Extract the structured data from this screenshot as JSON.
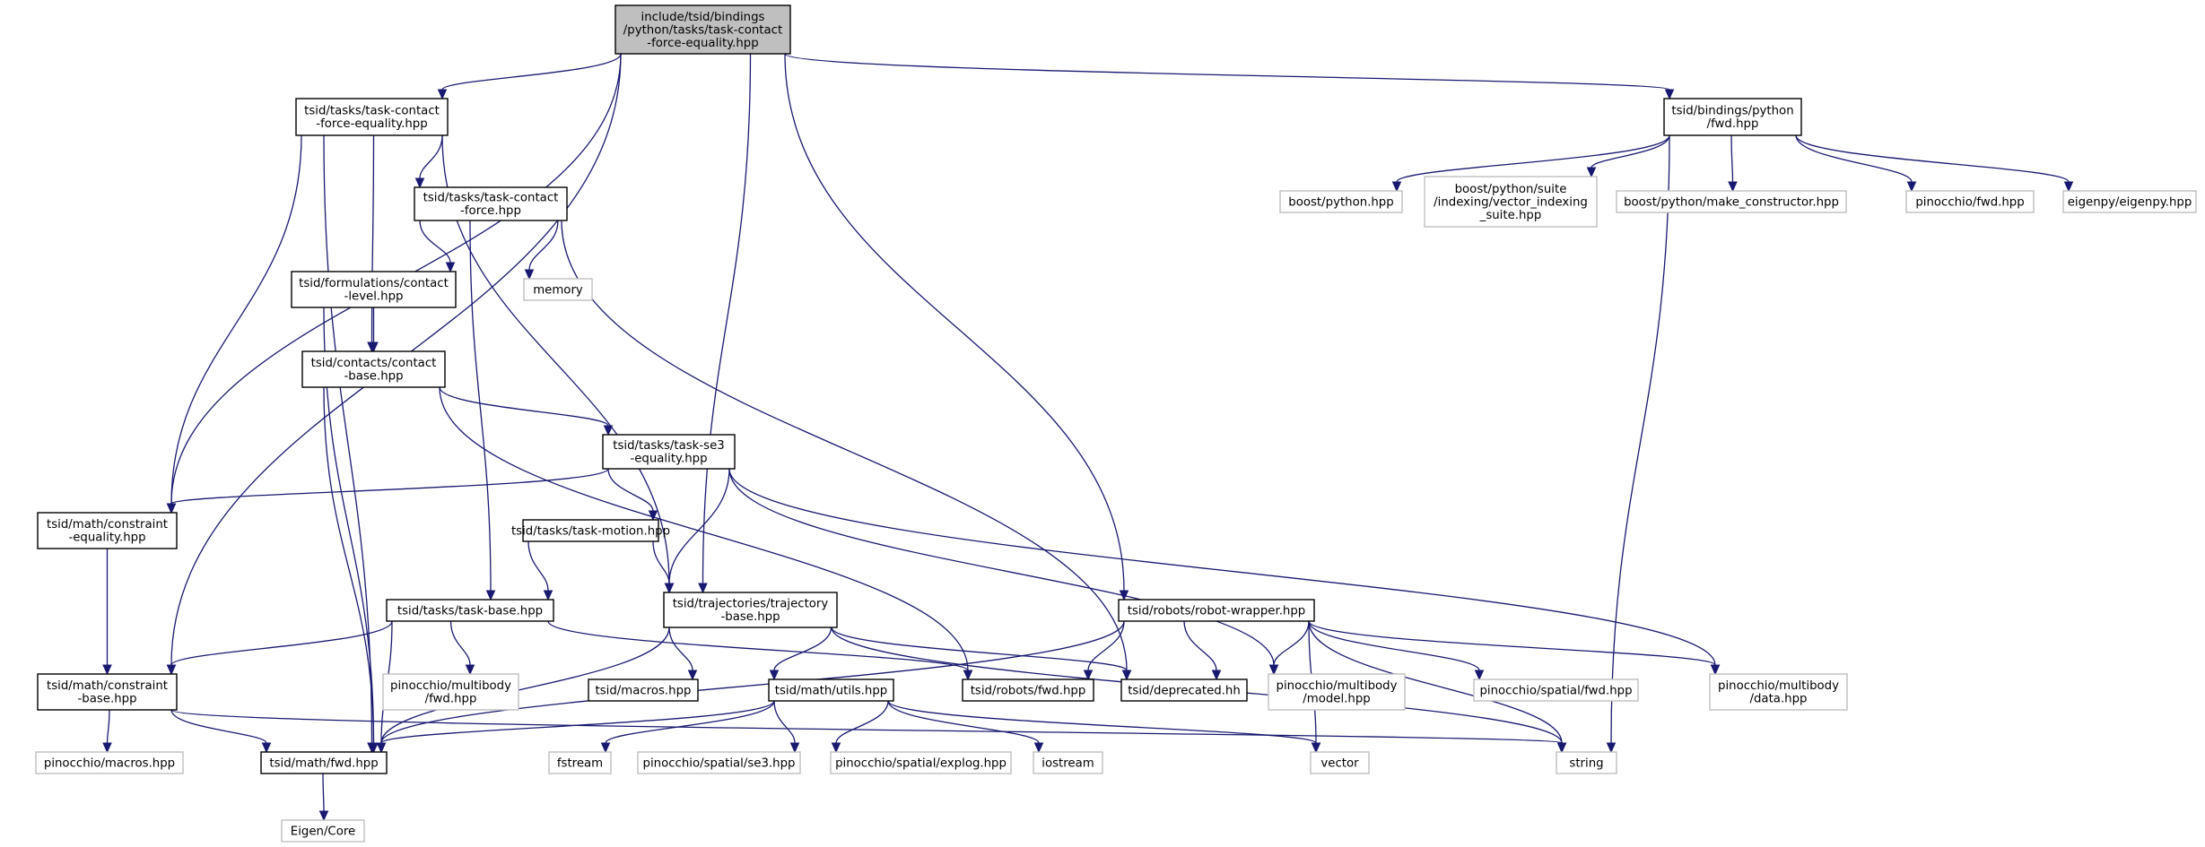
{
  "diagram": {
    "nodes": [
      {
        "id": "root",
        "lines": [
          "include/tsid/bindings",
          "/python/tasks/task-contact",
          "-force-equality.hpp"
        ],
        "kind": "root"
      },
      {
        "id": "tcfe",
        "lines": [
          "tsid/tasks/task-contact",
          "-force-equality.hpp"
        ],
        "kind": "doc"
      },
      {
        "id": "bpfwd",
        "lines": [
          "tsid/bindings/python",
          "/fwd.hpp"
        ],
        "kind": "doc"
      },
      {
        "id": "tcf",
        "lines": [
          "tsid/tasks/task-contact",
          "-force.hpp"
        ],
        "kind": "doc"
      },
      {
        "id": "fcl",
        "lines": [
          "tsid/formulations/contact",
          "-level.hpp"
        ],
        "kind": "doc"
      },
      {
        "id": "memory",
        "lines": [
          "memory"
        ],
        "kind": "ext"
      },
      {
        "id": "ccb",
        "lines": [
          "tsid/contacts/contact",
          "-base.hpp"
        ],
        "kind": "doc"
      },
      {
        "id": "tse3",
        "lines": [
          "tsid/tasks/task-se3",
          "-equality.hpp"
        ],
        "kind": "doc"
      },
      {
        "id": "mce",
        "lines": [
          "tsid/math/constraint",
          "-equality.hpp"
        ],
        "kind": "doc"
      },
      {
        "id": "tmotion",
        "lines": [
          "tsid/tasks/task-motion.hpp"
        ],
        "kind": "doc"
      },
      {
        "id": "tbase",
        "lines": [
          "tsid/tasks/task-base.hpp"
        ],
        "kind": "doc"
      },
      {
        "id": "trajb",
        "lines": [
          "tsid/trajectories/trajectory",
          "-base.hpp"
        ],
        "kind": "doc"
      },
      {
        "id": "robw",
        "lines": [
          "tsid/robots/robot-wrapper.hpp"
        ],
        "kind": "doc"
      },
      {
        "id": "mcb",
        "lines": [
          "tsid/math/constraint",
          "-base.hpp"
        ],
        "kind": "doc"
      },
      {
        "id": "pmfwd",
        "lines": [
          "pinocchio/multibody",
          "/fwd.hpp"
        ],
        "kind": "ext"
      },
      {
        "id": "macros",
        "lines": [
          "tsid/macros.hpp"
        ],
        "kind": "doc"
      },
      {
        "id": "mutils",
        "lines": [
          "tsid/math/utils.hpp"
        ],
        "kind": "doc"
      },
      {
        "id": "rfwd",
        "lines": [
          "tsid/robots/fwd.hpp"
        ],
        "kind": "doc"
      },
      {
        "id": "depr",
        "lines": [
          "tsid/deprecated.hh"
        ],
        "kind": "doc"
      },
      {
        "id": "pmmodel",
        "lines": [
          "pinocchio/multibody",
          "/model.hpp"
        ],
        "kind": "ext"
      },
      {
        "id": "psfwd",
        "lines": [
          "pinocchio/spatial/fwd.hpp"
        ],
        "kind": "ext"
      },
      {
        "id": "pmdata",
        "lines": [
          "pinocchio/multibody",
          "/data.hpp"
        ],
        "kind": "ext"
      },
      {
        "id": "pmacros",
        "lines": [
          "pinocchio/macros.hpp"
        ],
        "kind": "ext"
      },
      {
        "id": "mfwd",
        "lines": [
          "tsid/math/fwd.hpp"
        ],
        "kind": "doc"
      },
      {
        "id": "fstream",
        "lines": [
          "fstream"
        ],
        "kind": "ext"
      },
      {
        "id": "pse3",
        "lines": [
          "pinocchio/spatial/se3.hpp"
        ],
        "kind": "ext"
      },
      {
        "id": "pexplog",
        "lines": [
          "pinocchio/spatial/explog.hpp"
        ],
        "kind": "ext"
      },
      {
        "id": "iostream",
        "lines": [
          "iostream"
        ],
        "kind": "ext"
      },
      {
        "id": "vector",
        "lines": [
          "vector"
        ],
        "kind": "ext"
      },
      {
        "id": "string",
        "lines": [
          "string"
        ],
        "kind": "ext"
      },
      {
        "id": "eigen",
        "lines": [
          "Eigen/Core"
        ],
        "kind": "ext"
      },
      {
        "id": "bpython",
        "lines": [
          "boost/python.hpp"
        ],
        "kind": "ext"
      },
      {
        "id": "bvis",
        "lines": [
          "boost/python/suite",
          "/indexing/vector_indexing",
          "_suite.hpp"
        ],
        "kind": "ext"
      },
      {
        "id": "bmc",
        "lines": [
          "boost/python/make_constructor.hpp"
        ],
        "kind": "ext"
      },
      {
        "id": "pfwd",
        "lines": [
          "pinocchio/fwd.hpp"
        ],
        "kind": "ext"
      },
      {
        "id": "eigenpy",
        "lines": [
          "eigenpy/eigenpy.hpp"
        ],
        "kind": "ext"
      }
    ],
    "edges": [
      [
        "root",
        "tcfe"
      ],
      [
        "root",
        "mce"
      ],
      [
        "root",
        "mcb"
      ],
      [
        "root",
        "trajb"
      ],
      [
        "root",
        "robw"
      ],
      [
        "root",
        "bpfwd"
      ],
      [
        "tcfe",
        "tcf"
      ],
      [
        "tcfe",
        "mce"
      ],
      [
        "tcfe",
        "mfwd"
      ],
      [
        "tcfe",
        "ccb"
      ],
      [
        "tcfe",
        "trajb"
      ],
      [
        "tcf",
        "fcl"
      ],
      [
        "tcf",
        "memory"
      ],
      [
        "tcf",
        "tbase"
      ],
      [
        "tcf",
        "depr"
      ],
      [
        "fcl",
        "ccb"
      ],
      [
        "fcl",
        "mfwd"
      ],
      [
        "ccb",
        "tse3"
      ],
      [
        "ccb",
        "mfwd"
      ],
      [
        "ccb",
        "rfwd"
      ],
      [
        "tse3",
        "mce"
      ],
      [
        "tse3",
        "tmotion"
      ],
      [
        "tse3",
        "trajb"
      ],
      [
        "tse3",
        "pmmodel"
      ],
      [
        "tse3",
        "pmdata"
      ],
      [
        "mce",
        "mcb"
      ],
      [
        "tmotion",
        "tbase"
      ],
      [
        "tmotion",
        "trajb"
      ],
      [
        "tbase",
        "mcb"
      ],
      [
        "tbase",
        "mfwd"
      ],
      [
        "tbase",
        "pmfwd"
      ],
      [
        "tbase",
        "rfwd"
      ],
      [
        "trajb",
        "mfwd"
      ],
      [
        "trajb",
        "macros"
      ],
      [
        "trajb",
        "mutils"
      ],
      [
        "trajb",
        "depr"
      ],
      [
        "trajb",
        "string"
      ],
      [
        "robw",
        "mfwd"
      ],
      [
        "robw",
        "rfwd"
      ],
      [
        "robw",
        "depr"
      ],
      [
        "robw",
        "pmmodel"
      ],
      [
        "robw",
        "psfwd"
      ],
      [
        "robw",
        "pmdata"
      ],
      [
        "robw",
        "vector"
      ],
      [
        "robw",
        "string"
      ],
      [
        "mcb",
        "pmacros"
      ],
      [
        "mcb",
        "mfwd"
      ],
      [
        "mcb",
        "string"
      ],
      [
        "mutils",
        "mfwd"
      ],
      [
        "mutils",
        "fstream"
      ],
      [
        "mutils",
        "pse3"
      ],
      [
        "mutils",
        "pexplog"
      ],
      [
        "mutils",
        "iostream"
      ],
      [
        "mutils",
        "vector"
      ],
      [
        "mfwd",
        "eigen"
      ],
      [
        "bpfwd",
        "bpython"
      ],
      [
        "bpfwd",
        "bvis"
      ],
      [
        "bpfwd",
        "bmc"
      ],
      [
        "bpfwd",
        "pfwd"
      ],
      [
        "bpfwd",
        "eigenpy"
      ],
      [
        "bpfwd",
        "string"
      ]
    ]
  },
  "colors": {
    "edge": "#191970",
    "root_fill": "#bfbfbf",
    "external_border": "#bfbfbf",
    "node_border": "#000000"
  }
}
